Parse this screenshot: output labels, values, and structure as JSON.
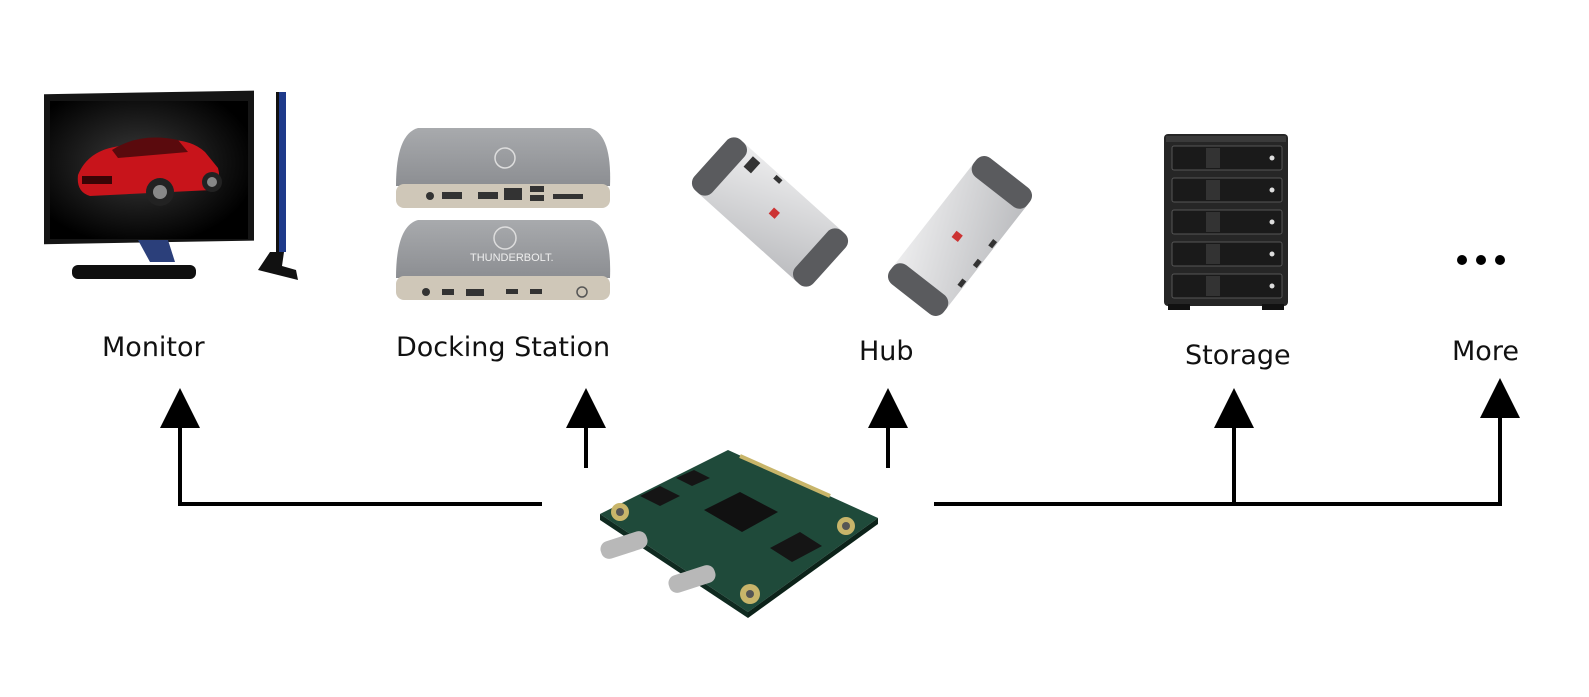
{
  "devices": {
    "monitor": {
      "label": "Monitor"
    },
    "docking_station": {
      "label": "Docking Station",
      "brand_text": "THUNDERBOLT."
    },
    "hub": {
      "label": "Hub"
    },
    "storage": {
      "label": "Storage"
    },
    "more": {
      "label": "More",
      "ellipsis": "..."
    }
  },
  "colors": {
    "line": "#000000",
    "pcb": "#1f4a3a",
    "dock": "#9a9c9f",
    "hub_body": "#d9dadc",
    "storage": "#2a2a2a",
    "monitor_frame": "#111111",
    "car": "#c8141b"
  }
}
